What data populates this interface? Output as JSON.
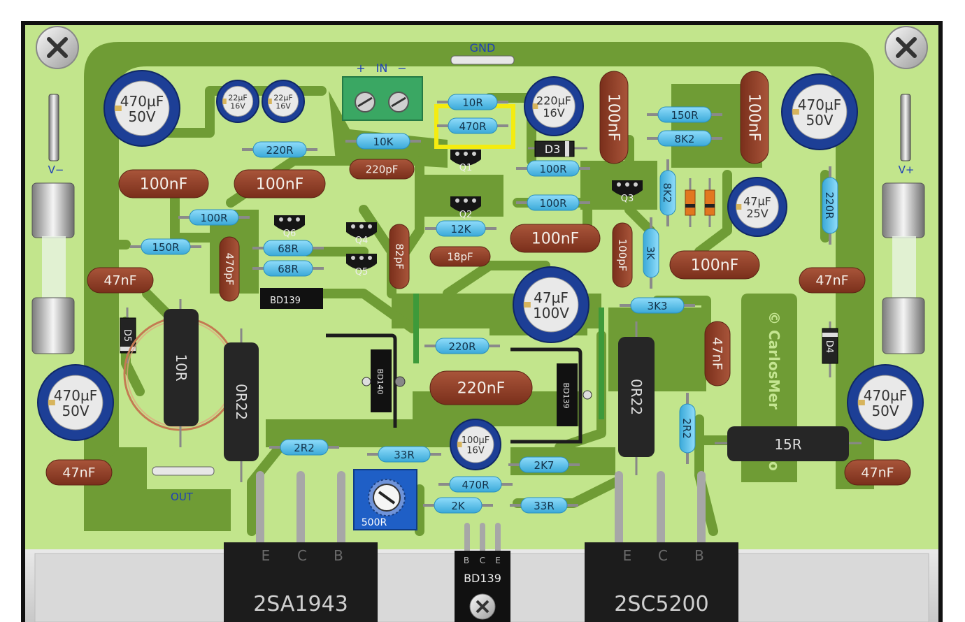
{
  "colors": {
    "board": "#c2e58c",
    "trace": "#6f9c35",
    "trace_dark": "#577f26",
    "resistor": "#58c0ea",
    "film_cap": "#8c3c26",
    "electrolytic": "#1d3f96",
    "highlight": "#f4ec10",
    "heatsink": "#d7d7d7",
    "label_blue": "#1e3fb8"
  },
  "labels": {
    "gnd": "GND",
    "input": "IN",
    "input_plus": "+",
    "input_minus": "−",
    "vminus": "V−",
    "vplus": "V+",
    "out": "OUT",
    "copyright": "© CarlosMer",
    "copyright_tail": "o"
  },
  "resistors": [
    {
      "id": "r1",
      "text": "10R"
    },
    {
      "id": "r2",
      "text": "470R"
    },
    {
      "id": "r3",
      "text": "10K"
    },
    {
      "id": "r4",
      "text": "220R"
    },
    {
      "id": "r5",
      "text": "100R"
    },
    {
      "id": "r6",
      "text": "150R"
    },
    {
      "id": "r7",
      "text": "68R"
    },
    {
      "id": "r8",
      "text": "68R"
    },
    {
      "id": "r9",
      "text": "12K"
    },
    {
      "id": "r10",
      "text": "100R"
    },
    {
      "id": "r11",
      "text": "100R"
    },
    {
      "id": "r12",
      "text": "150R"
    },
    {
      "id": "r13",
      "text": "8K2"
    },
    {
      "id": "r14",
      "text": "8K2"
    },
    {
      "id": "r15",
      "text": "220R"
    },
    {
      "id": "r16",
      "text": "3K"
    },
    {
      "id": "r17",
      "text": "3K3"
    },
    {
      "id": "r18",
      "text": "220R"
    },
    {
      "id": "r19",
      "text": "2R2"
    },
    {
      "id": "r20",
      "text": "33R"
    },
    {
      "id": "r21",
      "text": "2K7"
    },
    {
      "id": "r22",
      "text": "470R"
    },
    {
      "id": "r23",
      "text": "2K"
    },
    {
      "id": "r24",
      "text": "33R"
    },
    {
      "id": "r25",
      "text": "2R2"
    }
  ],
  "film_caps": [
    {
      "id": "c1",
      "text": "100nF"
    },
    {
      "id": "c2",
      "text": "100nF"
    },
    {
      "id": "c3",
      "text": "100nF"
    },
    {
      "id": "c4",
      "text": "100nF"
    },
    {
      "id": "c5",
      "text": "100nF"
    },
    {
      "id": "c6",
      "text": "100nF"
    },
    {
      "id": "c7",
      "text": "47nF"
    },
    {
      "id": "c8",
      "text": "47nF"
    },
    {
      "id": "c9",
      "text": "47nF"
    },
    {
      "id": "c10",
      "text": "47nF"
    },
    {
      "id": "c11",
      "text": "47nF"
    },
    {
      "id": "c12",
      "text": "220nF"
    },
    {
      "id": "c13",
      "text": "220pF"
    },
    {
      "id": "c14",
      "text": "18pF"
    },
    {
      "id": "c15",
      "text": "82pF"
    },
    {
      "id": "c16",
      "text": "470pF"
    },
    {
      "id": "c17",
      "text": "100pF"
    }
  ],
  "electrolytics": [
    {
      "id": "e1",
      "line1": "470µF",
      "line2": "50V"
    },
    {
      "id": "e2",
      "line1": "22µF",
      "line2": "16V"
    },
    {
      "id": "e3",
      "line1": "22µF",
      "line2": "16V"
    },
    {
      "id": "e4",
      "line1": "220µF",
      "line2": "16V"
    },
    {
      "id": "e5",
      "line1": "470µF",
      "line2": "50V"
    },
    {
      "id": "e6",
      "line1": "47µF",
      "line2": "25V"
    },
    {
      "id": "e7",
      "line1": "47µF",
      "line2": "100V"
    },
    {
      "id": "e8",
      "line1": "470µF",
      "line2": "50V"
    },
    {
      "id": "e9",
      "line1": "470µF",
      "line2": "50V"
    },
    {
      "id": "e10",
      "line1": "100µF",
      "line2": "16V"
    }
  ],
  "transistors": [
    {
      "id": "q1",
      "text": "Q1"
    },
    {
      "id": "q2",
      "text": "Q2"
    },
    {
      "id": "q3",
      "text": "Q3"
    },
    {
      "id": "q4",
      "text": "Q4"
    },
    {
      "id": "q5",
      "text": "Q5"
    },
    {
      "id": "q6",
      "text": "Q6"
    }
  ],
  "drivers": {
    "bd139_a": "BD139",
    "bd140": "BD140",
    "bd139_b": "BD139",
    "bd139_c": "BD139"
  },
  "diodes": {
    "d3": "D3",
    "d4": "D4",
    "d5": "D5"
  },
  "power_resistors": {
    "left_emitter": "0R22",
    "right_emitter": "0R22",
    "coil": "10R",
    "load": "15R"
  },
  "trimmer": "500R",
  "output_transistors": [
    {
      "id": "pnp",
      "name": "2SA1943",
      "pins": [
        "E",
        "C",
        "B"
      ]
    },
    {
      "id": "npn",
      "name": "2SC5200",
      "pins": [
        "E",
        "C",
        "B"
      ]
    }
  ],
  "driver_pins": [
    "B",
    "C",
    "E"
  ]
}
